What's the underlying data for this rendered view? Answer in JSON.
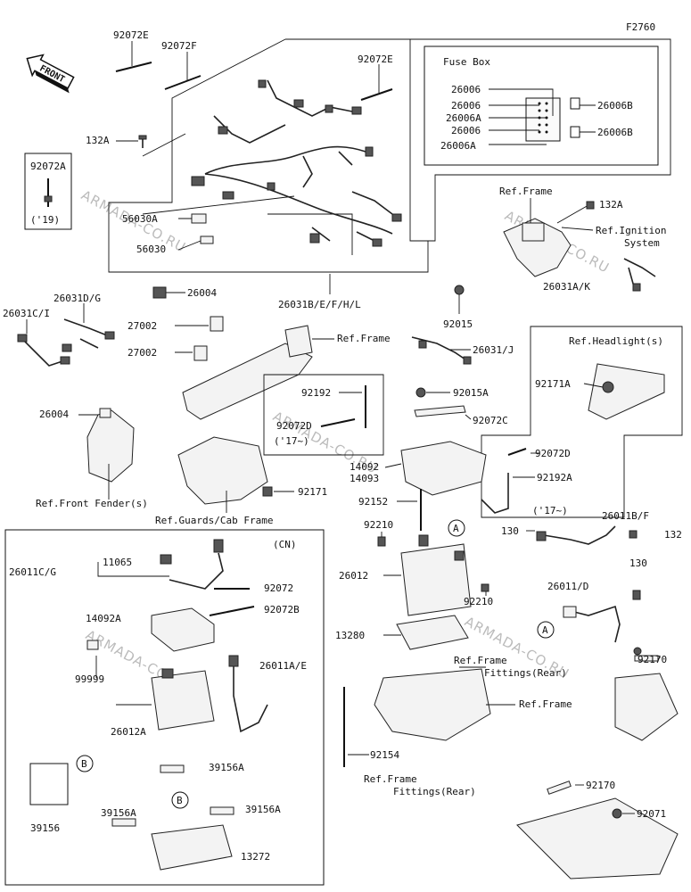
{
  "figure_code": "F2760",
  "front_label": "FRONT",
  "fuse_box_title": "Fuse Box",
  "watermark": "ARMADA-CO.RU",
  "cn_label": "(CN)",
  "circle_markers": [
    "A",
    "B"
  ],
  "parts": {
    "p92072E_top": "92072E",
    "p92072F": "92072F",
    "p92072E_mid": "92072E",
    "p132A_left": "132A",
    "p92072A": "92072A",
    "p19": "('19)",
    "p56030A": "56030A",
    "p56030": "56030",
    "p26004_top": "26004",
    "p26031BEFHL": "26031B/E/F/H/L",
    "p92015": "92015",
    "f26006_1": "26006",
    "f26006_2": "26006",
    "f26006A_1": "26006A",
    "f26006_3": "26006",
    "f26006A_2": "26006A",
    "f26006B_1": "26006B",
    "f26006B_2": "26006B",
    "ref_frame_1": "Ref.Frame",
    "p132A_right": "132A",
    "ref_ignition_1": "Ref.Ignition",
    "ref_ignition_2": "System",
    "p26031AK": "26031A/K",
    "p26031DG": "26031D/G",
    "p26031CI": "26031C/I",
    "p27002_1": "27002",
    "p27002_2": "27002",
    "ref_frame_2": "Ref.Frame",
    "p26031J": "26031/J",
    "ref_headlight": "Ref.Headlight(s)",
    "p92171A": "92171A",
    "p92192": "92192",
    "p92015A": "92015A",
    "p92072D_1": "92072D",
    "p92072C": "92072C",
    "p17_1": "('17~)",
    "p14092": "14092",
    "p14093": "14093",
    "p92072D_2": "92072D",
    "p92192A": "92192A",
    "p17_2": "('17~)",
    "p26004_left": "26004",
    "ref_front_fender": "Ref.Front Fender(s)",
    "p92171": "92171",
    "ref_guards": "Ref.Guards/Cab Frame",
    "p92152": "92152",
    "p92210_1": "92210",
    "p26011BF": "26011B/F",
    "p130_1": "130",
    "p132": "132",
    "p130_2": "130",
    "p26012": "26012",
    "p92210_2": "92210",
    "p26011D": "26011/D",
    "p13280": "13280",
    "ref_frame_fit_1a": "Ref.Frame",
    "ref_frame_fit_1b": "Fittings(Rear)",
    "p92170_1": "92170",
    "ref_frame_3": "Ref.Frame",
    "p92154": "92154",
    "ref_frame_fit_2a": "Ref.Frame",
    "ref_frame_fit_2b": "Fittings(Rear)",
    "p92170_2": "92170",
    "p92071": "92071",
    "p26011CG": "26011C/G",
    "p11065": "11065",
    "p92072": "92072",
    "p92072B": "92072B",
    "p14092A": "14092A",
    "p99999": "99999",
    "p26011AE": "26011A/E",
    "p26012A": "26012A",
    "p39156": "39156",
    "p39156A_1": "39156A",
    "p39156A_2": "39156A",
    "p39156A_3": "39156A",
    "p13272": "13272"
  }
}
